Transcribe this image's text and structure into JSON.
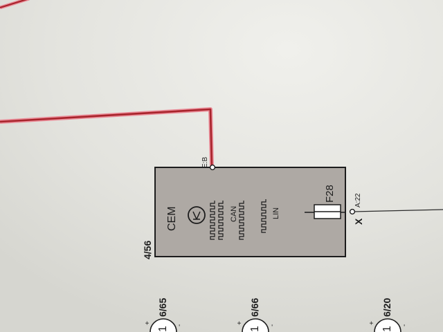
{
  "module": {
    "name": "CEM",
    "ref": "4/56",
    "bus_can": "CAN",
    "bus_lin": "LIN",
    "pin_top": "E:B",
    "pin_right": "A:22",
    "fuse": "F28",
    "ground_marker": "X"
  },
  "connectors": [
    {
      "label": "6/65"
    },
    {
      "label": "6/66"
    },
    {
      "label": "6/20"
    }
  ],
  "colors": {
    "paper": "#e6e6e1",
    "module_fill": "#aea9a4",
    "wire_red": "#a8232b",
    "wire_glow": "#e98a96",
    "ink": "#1c1c1c"
  }
}
